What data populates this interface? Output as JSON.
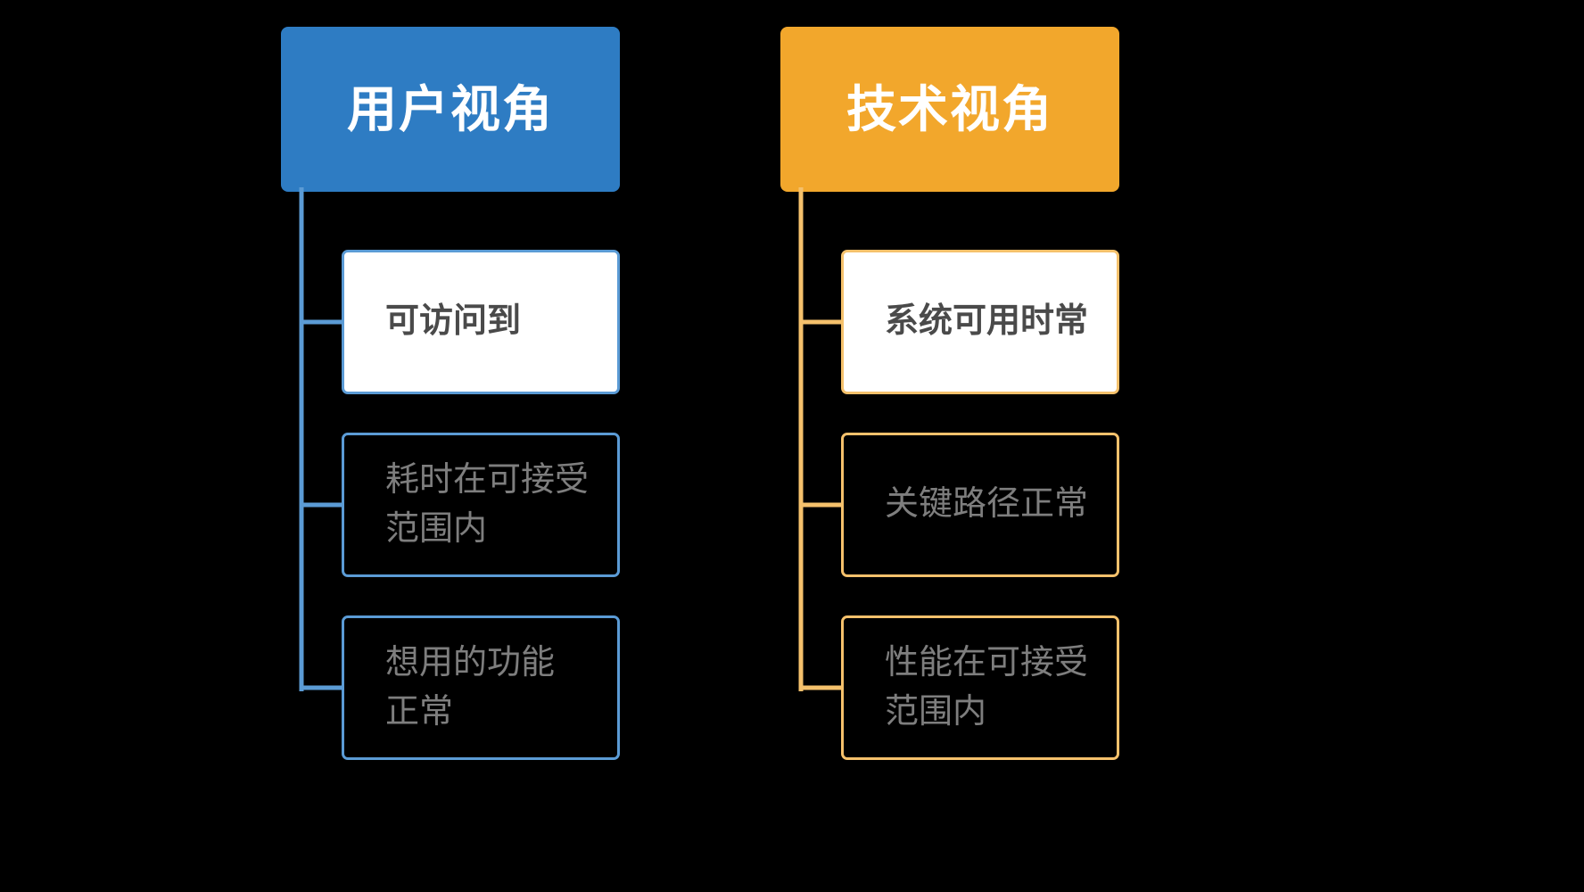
{
  "diagram": {
    "title_semantic": "two-perspective-availability-breakdown",
    "background_color": "#000000",
    "columns": [
      {
        "id": "user",
        "header": {
          "label": "用户视角",
          "fill_color": "#2E7CC3",
          "text_color": "#FFFFFF"
        },
        "accent_color": "#5B9BD5",
        "children": [
          {
            "label": "可访问到",
            "style": "filled",
            "fill_color": "#FFFFFF",
            "text_color": "#4A4A4A"
          },
          {
            "label": "耗时在可接受\n范围内",
            "style": "outline",
            "fill_color": "transparent",
            "text_color": "#7E7E7E"
          },
          {
            "label": "想用的功能\n正常",
            "style": "outline",
            "fill_color": "transparent",
            "text_color": "#7E7E7E"
          }
        ]
      },
      {
        "id": "tech",
        "header": {
          "label": "技术视角",
          "fill_color": "#F2A72C",
          "text_color": "#FFFFFF"
        },
        "accent_color": "#F5C16C",
        "children": [
          {
            "label": "系统可用时常",
            "style": "filled",
            "fill_color": "#FFFFFF",
            "text_color": "#4A4A4A"
          },
          {
            "label": "关键路径正常",
            "style": "outline",
            "fill_color": "transparent",
            "text_color": "#7E7E7E"
          },
          {
            "label": "性能在可接受\n范围内",
            "style": "outline",
            "fill_color": "transparent",
            "text_color": "#7E7E7E"
          }
        ]
      }
    ]
  }
}
